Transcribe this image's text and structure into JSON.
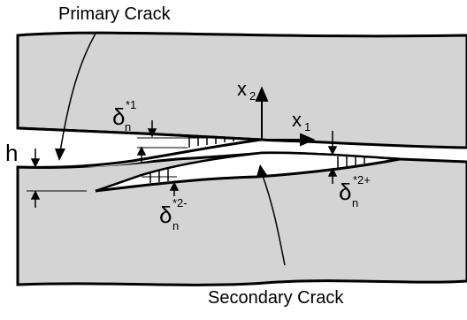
{
  "labels": {
    "primary_crack": "Primary Crack",
    "secondary_crack": "Secondary Crack",
    "h": "h",
    "x_axis": {
      "base": "x",
      "sub": "1"
    },
    "y_axis": {
      "base": "x",
      "sub": "2"
    },
    "delta_n1": {
      "base": "δ",
      "sub": "n",
      "sup": "*1"
    },
    "delta_n2minus": {
      "base": "δ",
      "sub": "n",
      "sup": "*2-"
    },
    "delta_n2plus": {
      "base": "δ",
      "sub": "n",
      "sup": "*2+"
    }
  },
  "colors": {
    "material": "#d4d4d4",
    "line": "#000000",
    "background": "#ffffff"
  }
}
